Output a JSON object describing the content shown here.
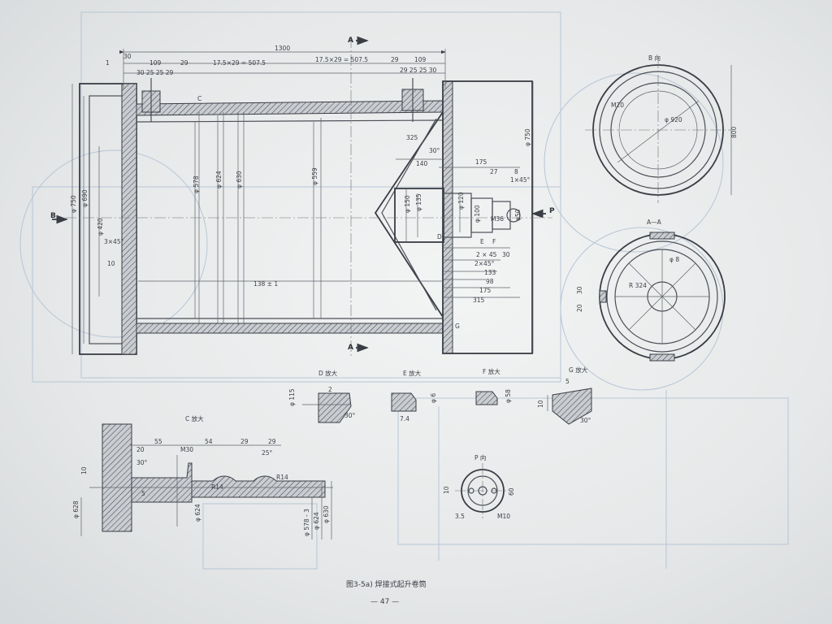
{
  "caption": "图3-5a) 焊接式起升卷筒",
  "page_number": "— 47 —",
  "main_view": {
    "labels": {
      "section_a_top": "A",
      "section_a_bottom": "A",
      "arrow_b": "B",
      "arrow_p": "P",
      "point_c": "C",
      "point_d": "D",
      "point_e": "E",
      "point_f": "F",
      "point_g": "G",
      "flange_ref": "1"
    },
    "top_dims": {
      "total": "1300",
      "d30": "30",
      "d109_left": "109",
      "d29_left": "29",
      "pitch_left": "17.5×29 = 507.5",
      "pitch_right": "17.5×29 = 507.5",
      "d29_right": "29",
      "d109_right": "109",
      "left_group": "30 25 25 29",
      "right_group": "29 25 25 30"
    },
    "diameters": {
      "d750_left": "φ 750",
      "d690": "φ 690",
      "d420": "φ 420",
      "d578": "φ 578",
      "d624": "φ 624",
      "d630": "φ 630",
      "d559": "φ 559",
      "d150": "φ 150",
      "d135": "φ 135",
      "d120": "φ 120",
      "d100": "φ 100",
      "d750_right": "φ 750",
      "d50": "φ50"
    },
    "other_dims": {
      "chamfer_3x45": "3×45°",
      "d10": "10",
      "center": "138 ± 1",
      "d325": "325",
      "angle30": "30°",
      "d140": "140",
      "d175_top": "175",
      "d27": "27",
      "d8": "8",
      "c1x45": "1×45°",
      "m36": "M36",
      "c2x45_a": "2 × 45",
      "c2x45_b": "2×45°",
      "d30_r": "30",
      "d133": "133",
      "d98": "98",
      "d175_bot": "175",
      "d315": "315"
    }
  },
  "view_b": {
    "title": "B 向",
    "d920": "φ 920",
    "m20": "M20",
    "d800": "800"
  },
  "view_aa": {
    "title": "A—A",
    "r324": "R 324",
    "d8": "φ 8",
    "d30a": "30",
    "d30b": "20"
  },
  "detail_d": {
    "title": "D 放大",
    "d115": "φ 115",
    "d2": "2",
    "a30": "30°"
  },
  "detail_e": {
    "title": "E 放大",
    "d": "φ 6",
    "d74": "7.4"
  },
  "detail_f": {
    "title": "F 放大",
    "d": "φ 58"
  },
  "detail_g": {
    "title": "G 放大",
    "d5": "5",
    "d10": "10",
    "a30": "30°"
  },
  "detail_c": {
    "title": "C 放大",
    "d20": "20",
    "d55": "55",
    "m30": "M30",
    "d54": "54",
    "d29a": "29",
    "d29b": "29",
    "a25": "25°",
    "a30": "30°",
    "r14a": "R14",
    "r14b": "R14",
    "d10": "10",
    "d5": "5",
    "d628": "φ 628",
    "d624": "φ 624",
    "d578": "φ 578 - 3",
    "d624b": "φ 624",
    "d630": "φ 630"
  },
  "view_p": {
    "title": "P 向",
    "d10": "10",
    "d60": "60",
    "d35": "3.5",
    "m10": "M10"
  }
}
